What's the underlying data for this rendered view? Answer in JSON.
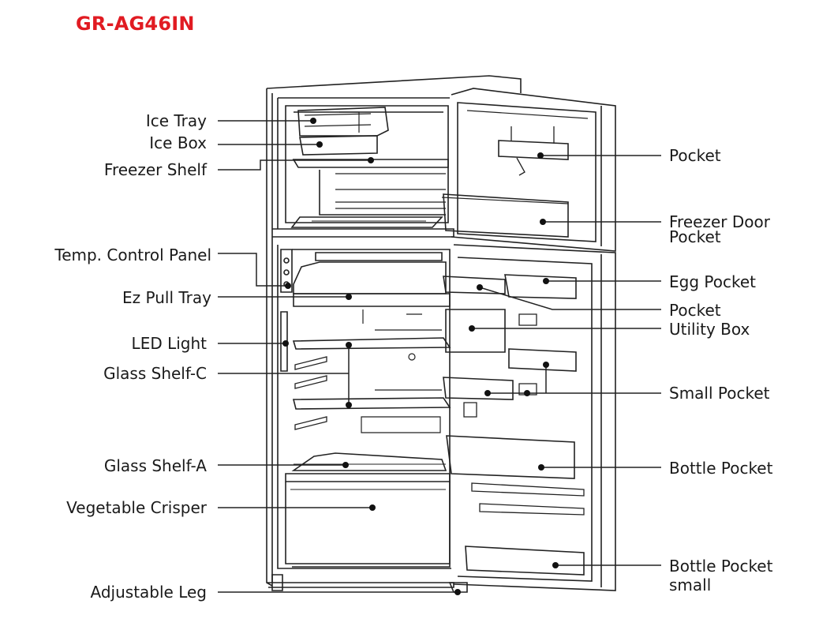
{
  "title": "GR-AG46IN",
  "title_color": "#e11b22",
  "labels_left": {
    "ice_tray": "Ice Tray",
    "ice_box": "Ice Box",
    "freezer_shelf": "Freezer Shelf",
    "temp_control_panel": "Temp. Control Panel",
    "ez_pull_tray": "Ez Pull Tray",
    "led_light": "LED Light",
    "glass_shelf_c": "Glass Shelf-C",
    "glass_shelf_a": "Glass Shelf-A",
    "vegetable_crisper": "Vegetable Crisper",
    "adjustable_leg": "Adjustable Leg"
  },
  "labels_right": {
    "pocket_top": "Pocket",
    "freezer_door_pocket_1": "Freezer Door",
    "freezer_door_pocket_2": "Pocket",
    "egg_pocket": "Egg Pocket",
    "pocket_mid": "Pocket",
    "utility_box": "Utility Box",
    "small_pocket": "Small Pocket",
    "bottle_pocket": "Bottle Pocket",
    "bottle_pocket_small_1": "Bottle Pocket",
    "bottle_pocket_small_2": "small"
  }
}
